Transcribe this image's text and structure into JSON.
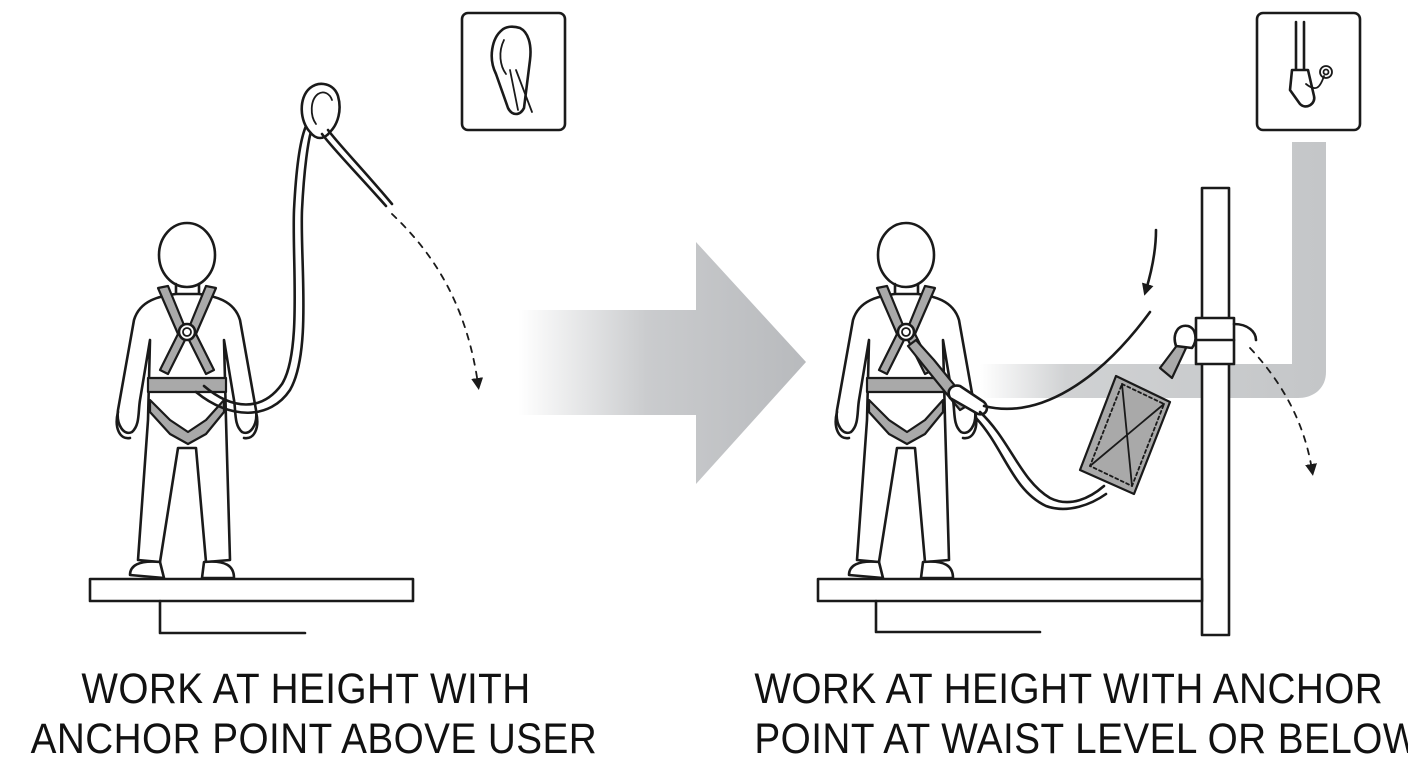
{
  "captions": {
    "left": [
      "WORK AT HEIGHT WITH",
      "ANCHOR POINT ABOVE USER"
    ],
    "right": [
      "WORK AT HEIGHT WITH ANCHOR",
      "POINT AT WAIST LEVEL OR BELOW"
    ]
  },
  "icons": {
    "left_inset": "carabiner-icon",
    "right_inset": "hook-anchor-icon"
  },
  "colors": {
    "ink": "#1a1a1a",
    "arrow_gray": "#b8babd",
    "strap_gray": "#a9a9a9"
  }
}
